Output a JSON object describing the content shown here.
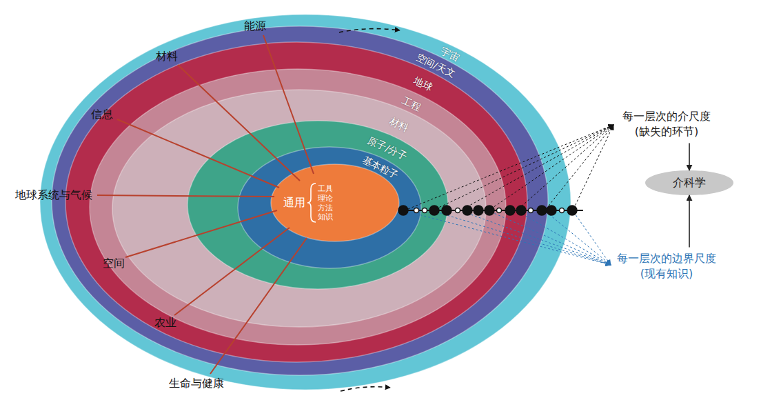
{
  "diagram": {
    "nodes": [
      {
        "text": [
          "宇宙"
        ]
      },
      {
        "text": [
          "空间/天文"
        ],
        "in": 0
      },
      {
        "text": [
          "地球"
        ],
        "in": 1
      },
      {
        "text": [
          "工程"
        ],
        "in": 2
      },
      {
        "text": [
          "材料"
        ],
        "in": 3
      },
      {
        "text": [
          "原子/分子"
        ],
        "in": 4
      },
      {
        "text": [
          "基本粒子"
        ],
        "in": 5
      },
      {
        "text": [
          "通用",
          "工具 理论 方法 知识"
        ],
        "in": 6
      },
      {
        "text": [
          "每一层次的介尺度 (缺失的环节)"
        ]
      },
      {
        "text": [
          "介科学"
        ]
      },
      {
        "text": [
          "每一层次的边界尺度 (现有知识)"
        ]
      }
    ],
    "edges": [
      {
        "from": 8,
        "to": 9,
        "arrow": "to"
      },
      {
        "from": 10,
        "to": 9,
        "arrow": "to"
      }
    ],
    "labels": [
      "能源",
      "材料",
      "信息",
      "地球系统与气候",
      "空间",
      "农业",
      "生命与健康"
    ]
  }
}
